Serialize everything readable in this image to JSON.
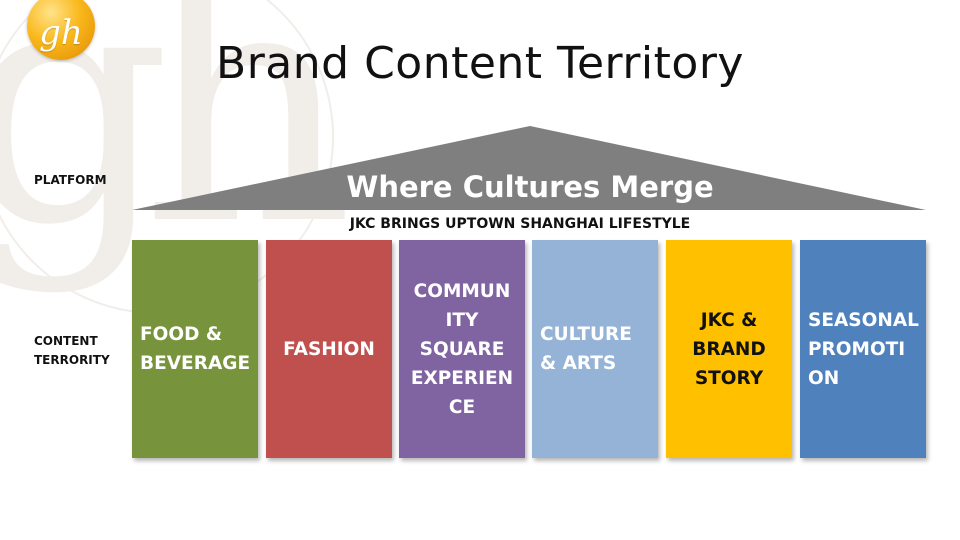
{
  "logo": {
    "text": "gh"
  },
  "title": "Brand Content Territory",
  "labels": {
    "platform": "PLATFORM",
    "content": "CONTENT\nTERRORITY"
  },
  "roof": {
    "text": "Where Cultures Merge",
    "color": "#7f7f7f"
  },
  "tagline": "JKC BRINGS UPTOWN SHANGHAI LIFESTYLE",
  "pillars": [
    {
      "label": "FOOD &\nBEVERAGE",
      "color": "#77933c",
      "align": "left"
    },
    {
      "label": "FASHION",
      "color": "#c0504d",
      "align": "center"
    },
    {
      "label": "COMMUN\nITY\nSQUARE\nEXPERIEN\nCE",
      "color": "#8064a2",
      "align": "center"
    },
    {
      "label": "CULTURE\n& ARTS",
      "color": "#95b3d7",
      "align": "left"
    },
    {
      "label": "JKC &\nBRAND\nSTORY",
      "color": "#ffc000",
      "align": "center",
      "textColor": "#111111"
    },
    {
      "label": "SEASONAL\nPROMOTI\nON",
      "color": "#4f81bd",
      "align": "left"
    }
  ]
}
